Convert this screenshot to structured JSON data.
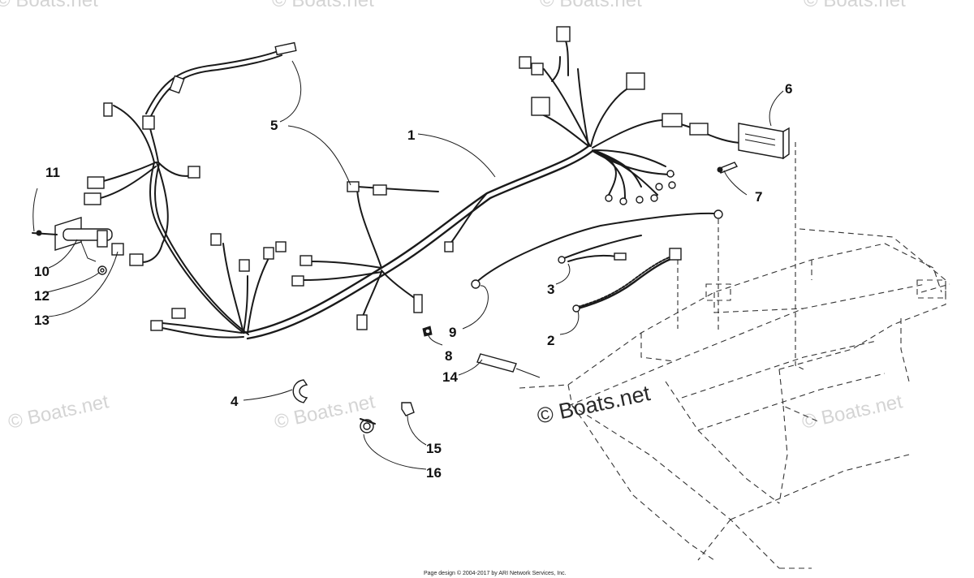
{
  "diagram": {
    "callouts": [
      "1",
      "2",
      "3",
      "4",
      "5",
      "6",
      "7",
      "8",
      "9",
      "10",
      "11",
      "12",
      "13",
      "14",
      "15",
      "16"
    ],
    "watermark_text": "© Boats.net",
    "footer_text": "Page design © 2004-2017 by ARI Network Services, Inc."
  }
}
